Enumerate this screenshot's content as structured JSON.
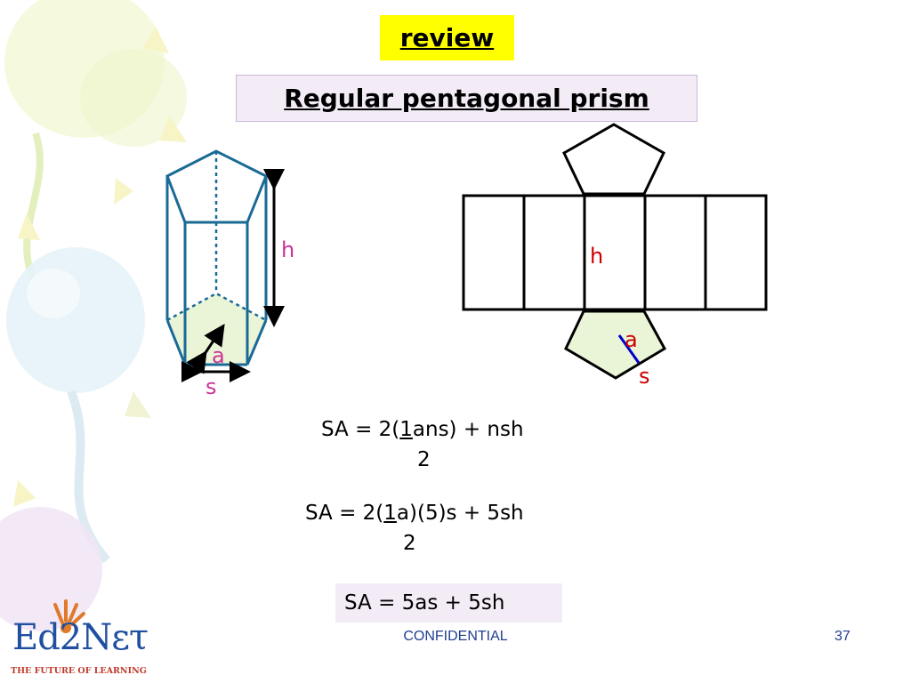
{
  "header": {
    "review_label": "review",
    "title": "Regular pentagonal prism"
  },
  "prism": {
    "label_h": "h",
    "label_a": "a",
    "label_s": "s"
  },
  "net": {
    "label_h": "h",
    "label_a": "a",
    "label_s": "s"
  },
  "formulas": {
    "line1": {
      "pre": "SA = 2(",
      "num": "1",
      "post": "ans) + nsh",
      "den": "2"
    },
    "line2": {
      "pre": "SA = 2(",
      "num": "1",
      "post": "a)(5)s + 5sh",
      "den": "2"
    },
    "final": "SA = 5as + 5sh"
  },
  "footer": {
    "confidential": "CONFIDENTIAL",
    "page_number": "37"
  },
  "logo": {
    "name": "Ed2Nετ",
    "tagline": "THE FUTURE OF LEARNING"
  },
  "colors": {
    "highlight_yellow": "#ffff00",
    "title_box": "#f3ecf7",
    "prism_blue": "#1a6a96",
    "label_magenta": "#cc3399",
    "label_red": "#cc0000",
    "base_fill": "#eaf5d8",
    "footer_blue": "#1f3f8f"
  }
}
